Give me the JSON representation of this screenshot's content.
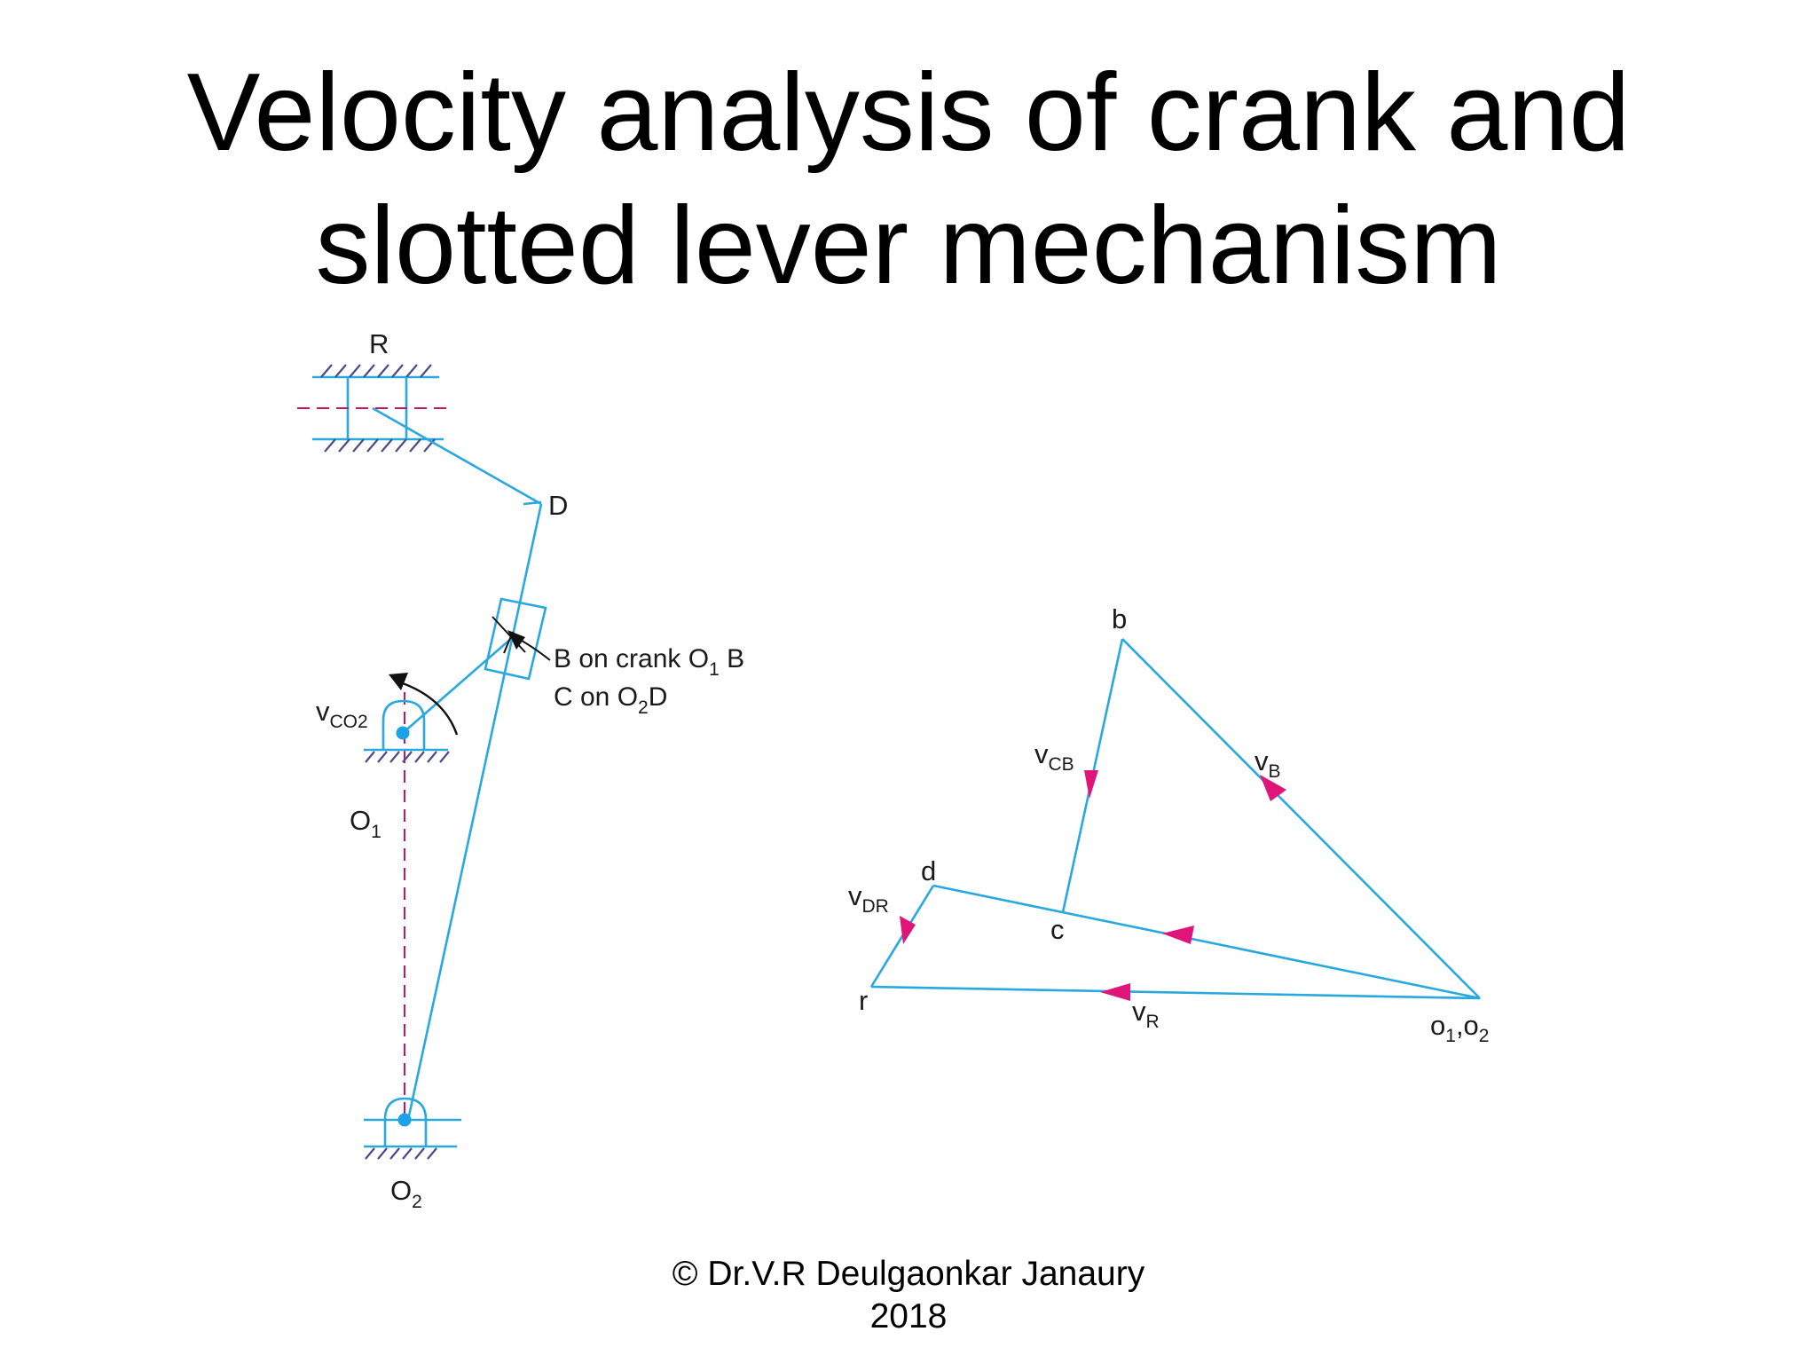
{
  "title": {
    "line1": "Velocity analysis of crank and",
    "line2": "slotted lever mechanism"
  },
  "mechanism": {
    "label_R": "R",
    "label_D": "D",
    "label_B_line": "B on crank O",
    "label_B_sub": "1",
    "label_B_tail": " B",
    "label_C_line": "C on O",
    "label_C_sub": "2",
    "label_C_tail": "D",
    "label_vco2": "v",
    "label_vco2_sub": "CO2",
    "label_O1": "O",
    "label_O1_sub": "1",
    "label_O2": "O",
    "label_O2_sub": "2"
  },
  "velocity_diagram": {
    "label_b": "b",
    "label_d": "d",
    "label_c": "c",
    "label_r": "r",
    "label_vcb": "v",
    "label_vcb_sub": "CB",
    "label_vb": "v",
    "label_vb_sub": "B",
    "label_vdr": "v",
    "label_vdr_sub": "DR",
    "label_vr": "v",
    "label_vr_sub": "R",
    "label_o1o2_a": "o",
    "label_o1o2_s1": "1",
    "label_o1o2_b": ",o",
    "label_o1o2_s2": "2"
  },
  "colors": {
    "link": "#29a8e0",
    "arrow": "#e0157a",
    "ground_hatch": "#4a4a8a",
    "centre_line": "#c2185b"
  },
  "footer": {
    "line1": "© Dr.V.R Deulgaonkar Janaury",
    "line2": "2018"
  }
}
